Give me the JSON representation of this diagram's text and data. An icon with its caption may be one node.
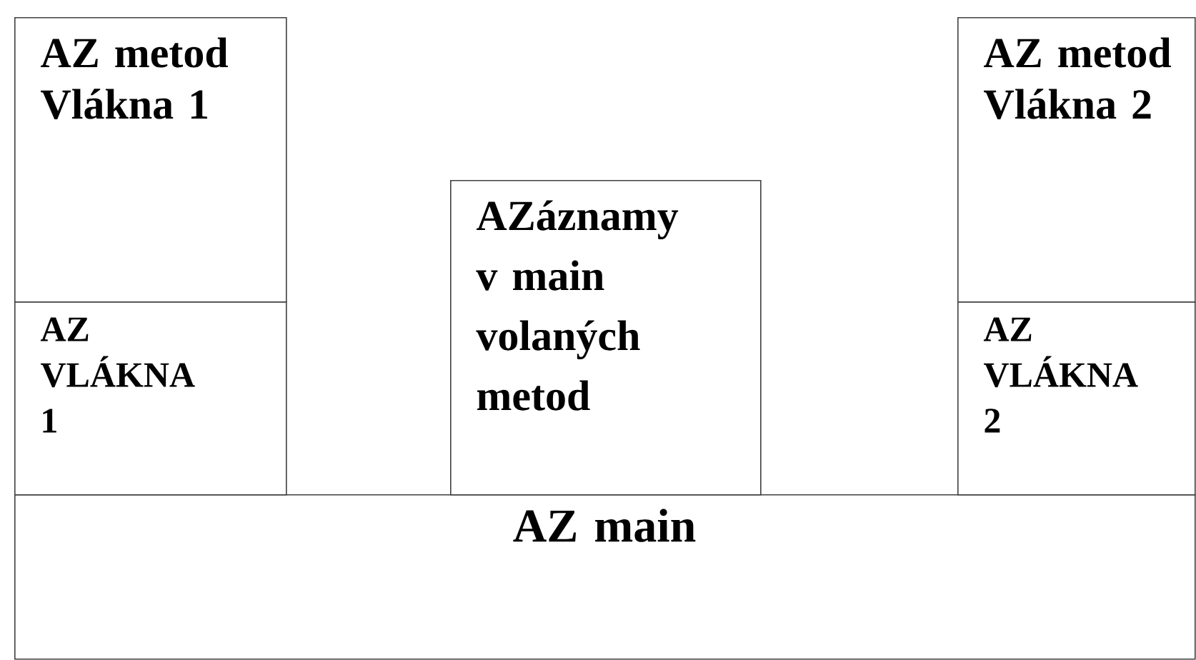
{
  "diagram": {
    "nodes": [
      {
        "text": [
          "AZ metod Vlákna 1"
        ]
      },
      {
        "text": [
          "AZ VLÁKNA 1"
        ]
      },
      {
        "text": [
          "AZáznamy v main volaných metod"
        ]
      },
      {
        "text": [
          "AZ metod Vlákna 2"
        ]
      },
      {
        "text": [
          "AZ VLÁKNA 2"
        ]
      },
      {
        "text": [
          "AZ main"
        ]
      }
    ]
  }
}
